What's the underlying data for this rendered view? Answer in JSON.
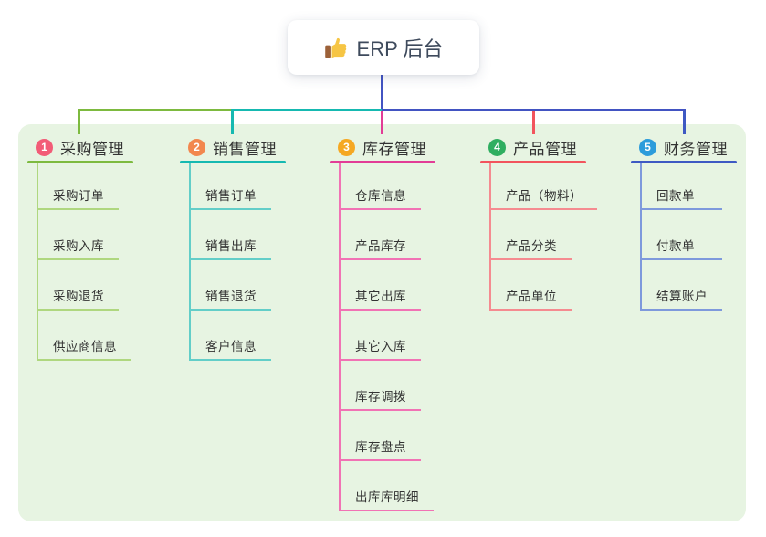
{
  "title": {
    "label": "ERP 后台",
    "icon": "thumbs-up-icon"
  },
  "canvas": {
    "background": "#FFFFFF",
    "panel_background": "#E7F4E2",
    "text_color": "#333333",
    "title_text_color": "#3E4A5C"
  },
  "connector": {
    "trunk_color": "#4253C2"
  },
  "branches": [
    {
      "index": "1",
      "label": "采购管理",
      "badge_color": "#F25C77",
      "line_color": "#7DBA3F",
      "child_line_color": "#AFD77F",
      "children": [
        "采购订单",
        "采购入库",
        "采购退货",
        "供应商信息"
      ]
    },
    {
      "index": "2",
      "label": "销售管理",
      "badge_color": "#F2874E",
      "line_color": "#16B9B1",
      "child_line_color": "#63CEC8",
      "children": [
        "销售订单",
        "销售出库",
        "销售退货",
        "客户信息"
      ]
    },
    {
      "index": "3",
      "label": "库存管理",
      "badge_color": "#F5A822",
      "line_color": "#E23C96",
      "child_line_color": "#F172B4",
      "children": [
        "仓库信息",
        "产品库存",
        "其它出库",
        "其它入库",
        "库存调拨",
        "库存盘点",
        "出库库明细"
      ]
    },
    {
      "index": "4",
      "label": "产品管理",
      "badge_color": "#2FAE60",
      "line_color": "#F2545D",
      "child_line_color": "#F58B90",
      "children": [
        "产品（物料）",
        "产品分类",
        "产品单位"
      ]
    },
    {
      "index": "5",
      "label": "财务管理",
      "badge_color": "#2D9CDB",
      "line_color": "#3E59C3",
      "child_line_color": "#7E99DC",
      "children": [
        "回款单",
        "付款单",
        "结算账户"
      ]
    }
  ]
}
